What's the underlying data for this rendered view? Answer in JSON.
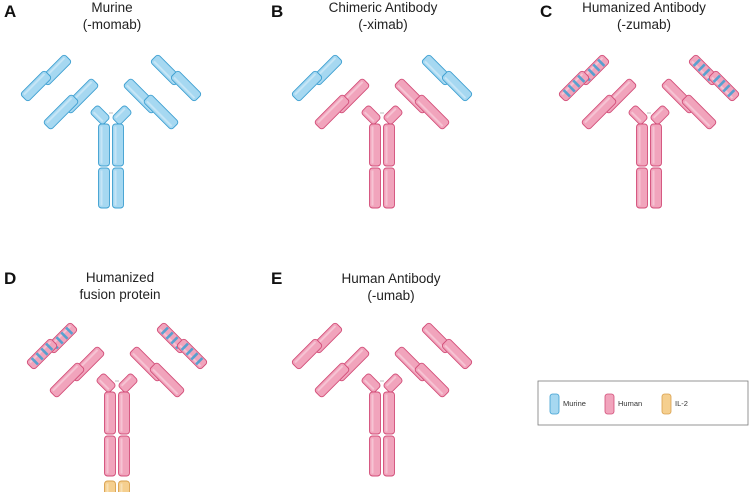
{
  "colors": {
    "murine": {
      "fill": "#a6d8f1",
      "stroke": "#3d9fd1"
    },
    "human": {
      "fill": "#f1a4bc",
      "stroke": "#d24d78"
    },
    "il2": {
      "fill": "#f5cf8f",
      "stroke": "#d9a04d"
    },
    "hinge": "#bdbdbd"
  },
  "panels": [
    {
      "id": "A",
      "letter": "A",
      "title_lines": [
        "Murine",
        "(-momab)"
      ],
      "heavy_variable": "murine",
      "heavy_constant": "murine",
      "light_variable": "murine",
      "light_constant": "murine",
      "fc": "murine",
      "striped_variable": false,
      "fusion": null
    },
    {
      "id": "B",
      "letter": "B",
      "title_lines": [
        "Chimeric Antibody",
        "(-ximab)"
      ],
      "heavy_variable": "murine",
      "heavy_constant": "human",
      "light_variable": "murine",
      "light_constant": "human",
      "fc": "human",
      "striped_variable": false,
      "fusion": null
    },
    {
      "id": "C",
      "letter": "C",
      "title_lines": [
        "Humanized Antibody",
        "(-zumab)"
      ],
      "heavy_variable": "human",
      "heavy_constant": "human",
      "light_variable": "human",
      "light_constant": "human",
      "fc": "human",
      "striped_variable": true,
      "fusion": null
    },
    {
      "id": "D",
      "letter": "D",
      "title_lines": [
        "Humanized",
        "fusion protein"
      ],
      "heavy_variable": "human",
      "heavy_constant": "human",
      "light_variable": "human",
      "light_constant": "human",
      "fc": "human",
      "striped_variable": true,
      "fusion": "il2"
    },
    {
      "id": "E",
      "letter": "E",
      "title_lines": [
        "Human Antibody",
        "(-umab)"
      ],
      "heavy_variable": "human",
      "heavy_constant": "human",
      "light_variable": "human",
      "light_constant": "human",
      "fc": "human",
      "striped_variable": false,
      "fusion": null
    }
  ],
  "legend": [
    {
      "key": "murine",
      "label": "Murine"
    },
    {
      "key": "human",
      "label": "Human"
    },
    {
      "key": "il2",
      "label": "IL-2"
    }
  ]
}
